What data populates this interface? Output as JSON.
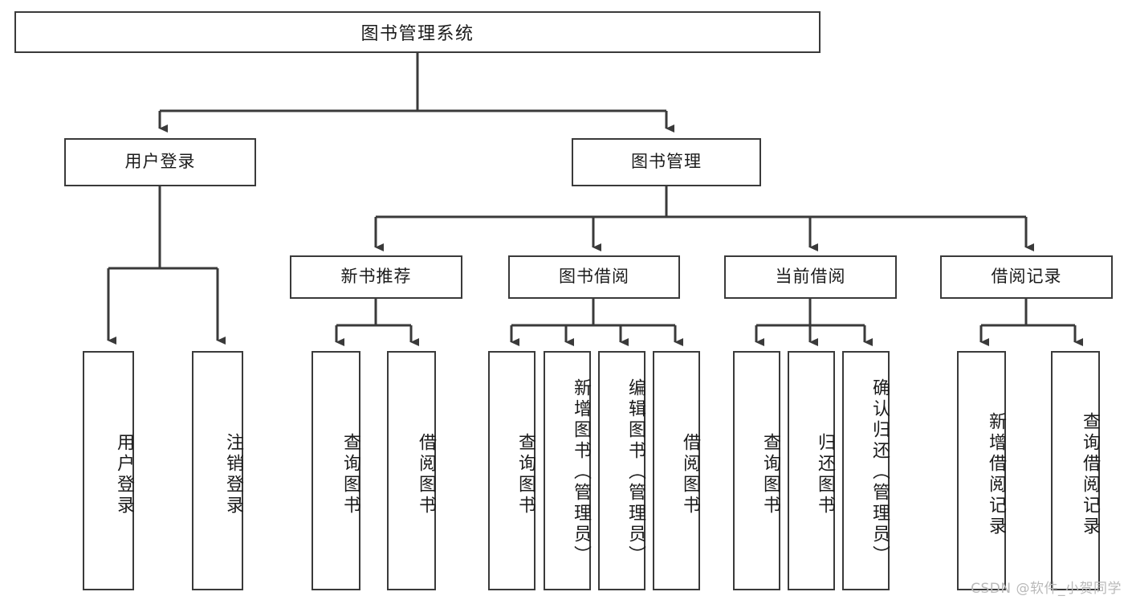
{
  "diagram": {
    "type": "tree-hierarchy",
    "title": "图书管理系统",
    "root": {
      "label": "图书管理系统"
    },
    "level1": [
      {
        "id": "user-login",
        "label": "用户登录"
      },
      {
        "id": "book-management",
        "label": "图书管理"
      }
    ],
    "level2": [
      {
        "id": "new-book-recommend",
        "label": "新书推荐",
        "parent": "book-management"
      },
      {
        "id": "book-borrow",
        "label": "图书借阅",
        "parent": "book-management"
      },
      {
        "id": "current-borrow",
        "label": "当前借阅",
        "parent": "book-management"
      },
      {
        "id": "borrow-record",
        "label": "借阅记录",
        "parent": "book-management"
      }
    ],
    "leaves": {
      "user-login": [
        {
          "id": "leaf-user-login",
          "label": "用户登录"
        },
        {
          "id": "leaf-logout-login",
          "label": "注销登录"
        }
      ],
      "new-book-recommend": [
        {
          "id": "leaf-query-book-1",
          "label": "查询图书"
        },
        {
          "id": "leaf-borrow-book-1",
          "label": "借阅图书"
        }
      ],
      "book-borrow": [
        {
          "id": "leaf-query-book-2",
          "label": "查询图书"
        },
        {
          "id": "leaf-add-book",
          "label": "新增图书（管理员）"
        },
        {
          "id": "leaf-edit-book",
          "label": "编辑图书（管理员）"
        },
        {
          "id": "leaf-borrow-book-2",
          "label": "借阅图书"
        }
      ],
      "current-borrow": [
        {
          "id": "leaf-query-book-3",
          "label": "查询图书"
        },
        {
          "id": "leaf-return-book",
          "label": "归还图书"
        },
        {
          "id": "leaf-confirm-return",
          "label": "确认归还（管理员）"
        }
      ],
      "borrow-record": [
        {
          "id": "leaf-add-record",
          "label": "新增借阅记录"
        },
        {
          "id": "leaf-query-record",
          "label": "查询借阅记录"
        }
      ]
    },
    "colors": {
      "stroke": "#3a3a3a",
      "box_fill": "#ffffff",
      "text": "#1b1b1b",
      "watermark": "#b9b9b9",
      "background": "#ffffff"
    }
  },
  "watermark": {
    "text": "CSDN @软件_小贺同学"
  }
}
